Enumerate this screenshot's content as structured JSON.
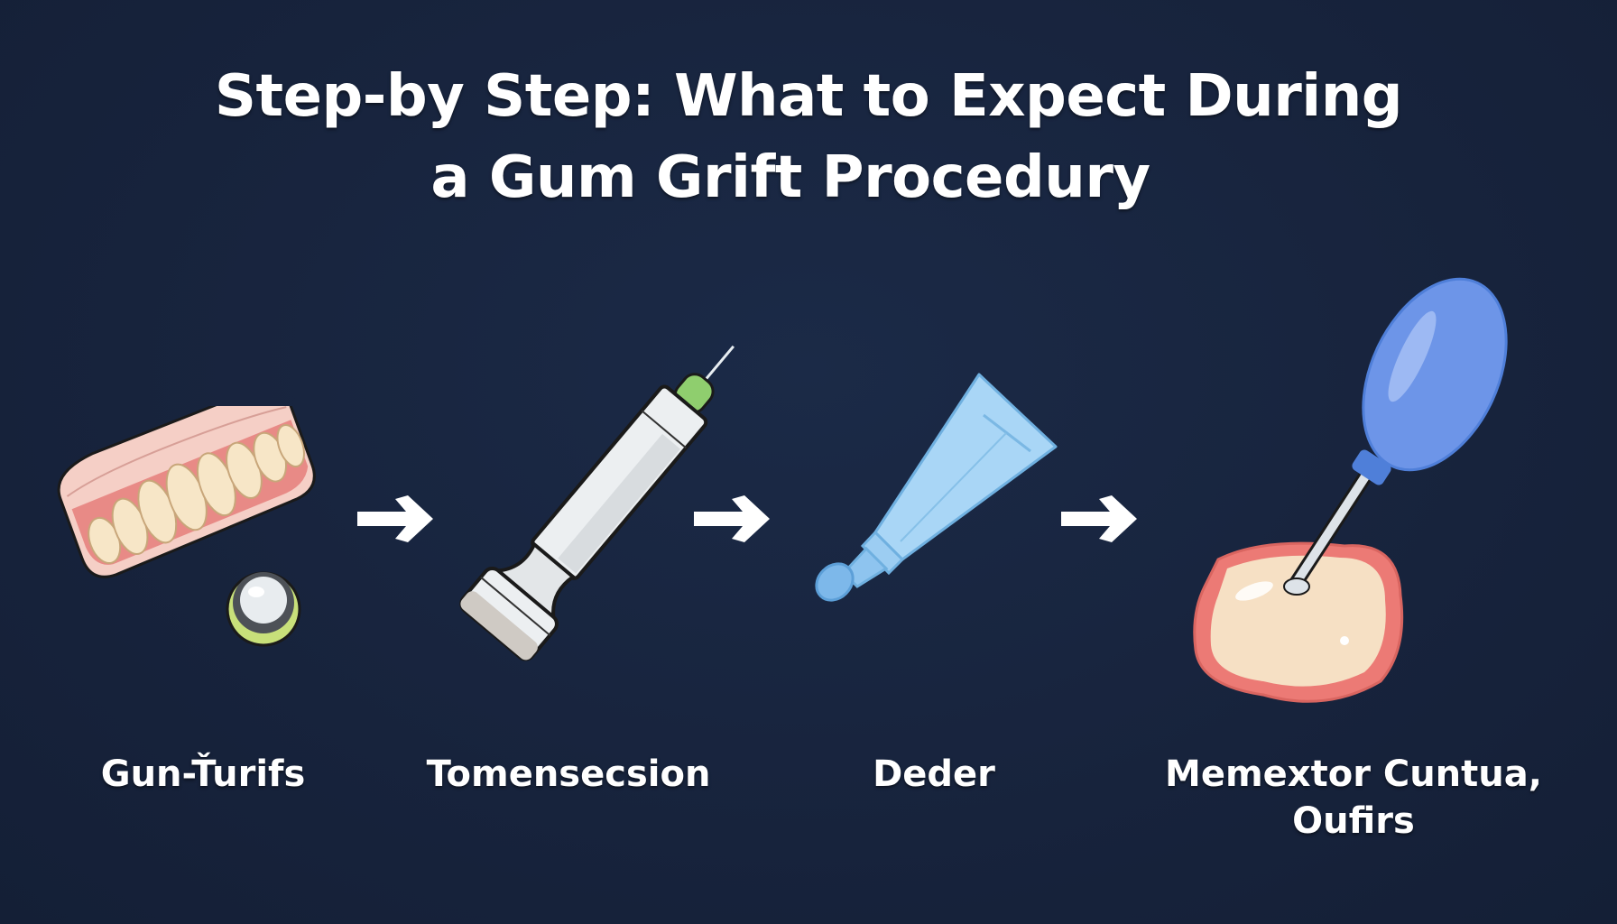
{
  "title": {
    "line1": "Step-by Step: What to Expect During",
    "line2": "a Gum Grift Procedury"
  },
  "colors": {
    "background": "#17233c",
    "text": "#ffffff",
    "gum_pink": "#ef8a86",
    "tooth_cream": "#f6e2c0",
    "syringe_white": "#e9ecee",
    "needle_cap_green": "#8fce6e",
    "tube_blue": "#9fd0f3",
    "bulb_blue": "#6d95e8"
  },
  "steps": [
    {
      "label": "Gun-Ťurifs",
      "icon": "denture-and-pill-icon"
    },
    {
      "label": "Tomensecsion",
      "icon": "syringe-icon"
    },
    {
      "label": "Deder",
      "icon": "ointment-tube-icon"
    },
    {
      "label_line1": "Memextor Cuntua,",
      "label_line2": "Oufirs",
      "icon": "gum-tissue-with-bulb-instrument-icon"
    }
  ],
  "arrows": [
    {
      "icon": "arrow-right-icon"
    },
    {
      "icon": "arrow-right-icon"
    },
    {
      "icon": "arrow-right-icon"
    }
  ]
}
